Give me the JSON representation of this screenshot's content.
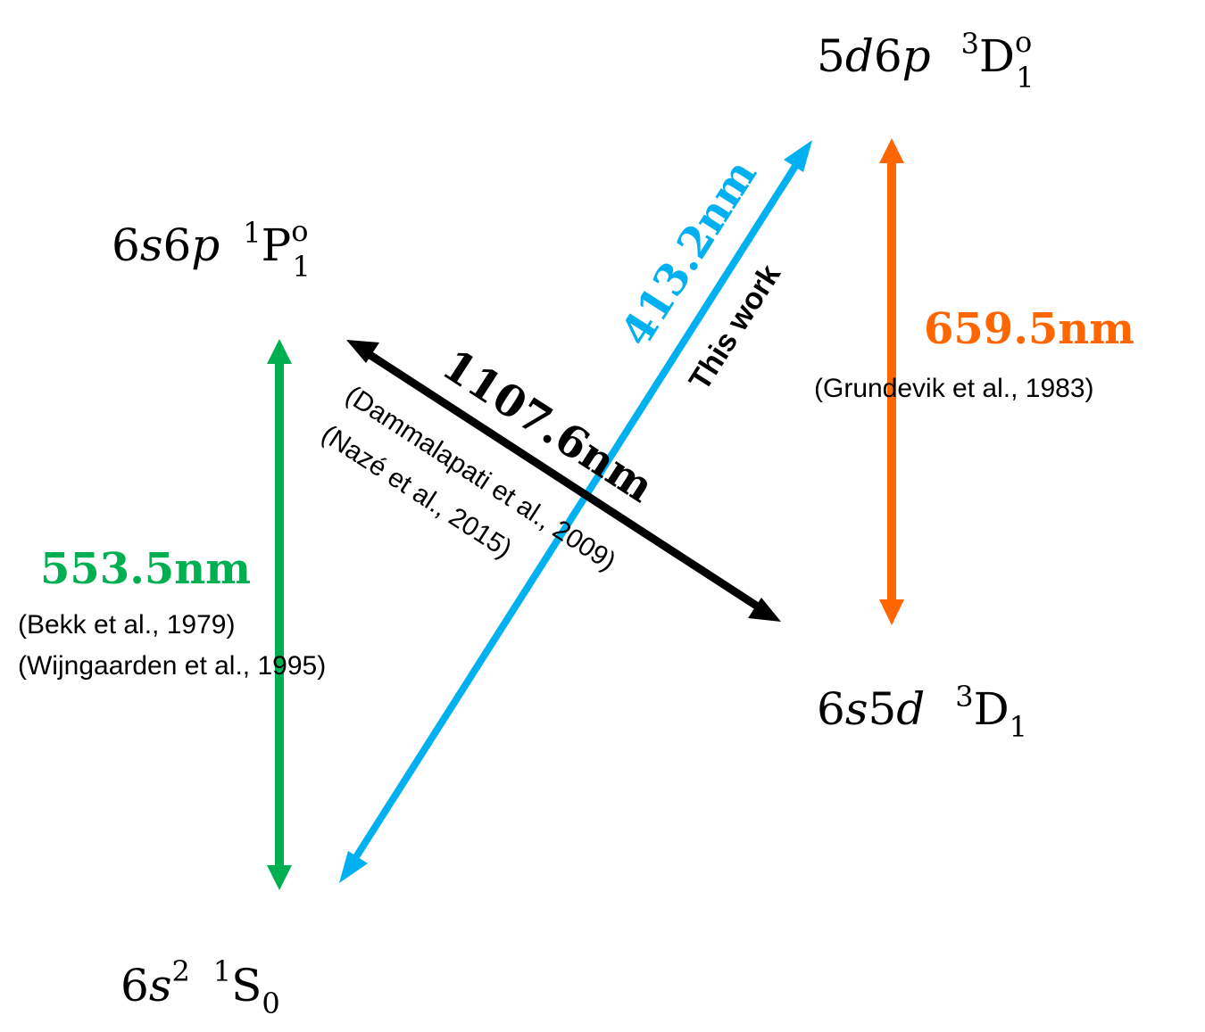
{
  "colors": {
    "level_line": "#000000",
    "green": "#00b050",
    "orange": "#ff6600",
    "blue": "#00b0f0",
    "black": "#000000"
  },
  "levels": [
    {
      "id": "ground",
      "config": "6s",
      "config_sup": "2",
      "mult": "1",
      "term": "S",
      "j": "0",
      "parity": ""
    },
    {
      "id": "6s6p",
      "config": "6s6p",
      "mult": "1",
      "term": "P",
      "j": "1",
      "parity": "o"
    },
    {
      "id": "6s5d",
      "config": "6s5d",
      "mult": "3",
      "term": "D",
      "j": "1",
      "parity": ""
    },
    {
      "id": "5d6p",
      "config": "5d6p",
      "mult": "3",
      "term": "D",
      "j": "1",
      "parity": "o"
    }
  ],
  "labels": {
    "ground": {
      "n": "6",
      "l": "s",
      "sup": "2",
      "mult": "1",
      "term": "S",
      "j": "0"
    },
    "p1": {
      "n1": "6",
      "l1": "s",
      "n2": "6",
      "l2": "p",
      "mult": "1",
      "term": "P",
      "j": "1",
      "parity": "o"
    },
    "d1": {
      "n1": "6",
      "l1": "s",
      "n2": "5",
      "l2": "d",
      "mult": "3",
      "term": "D",
      "j": "1"
    },
    "d1o": {
      "n1": "5",
      "l1": "d",
      "n2": "6",
      "l2": "p",
      "mult": "3",
      "term": "D",
      "j": "1",
      "parity": "o"
    }
  },
  "transitions": {
    "green": {
      "wavelength": "553.5nm",
      "refs": [
        "(Bekk et al., 1979)",
        "(Wijngaarden et al., 1995)"
      ],
      "from": "6s2 1S0",
      "to": "6s6p 1P1o"
    },
    "orange": {
      "wavelength": "659.5nm",
      "refs": [
        "(Grundevik et al., 1983)"
      ],
      "from": "6s5d 3D1",
      "to": "5d6p 3D1o"
    },
    "blue": {
      "wavelength": "413.2nm",
      "note": "This work",
      "from": "6s2 1S0",
      "to": "5d6p 3D1o"
    },
    "black": {
      "wavelength": "1107.6nm",
      "refs": [
        "(Dammalapati et al., 2009)",
        "(Nazé et al., 2015)"
      ],
      "from": "6s6p 1P1o",
      "to": "6s5d 3D1"
    }
  }
}
